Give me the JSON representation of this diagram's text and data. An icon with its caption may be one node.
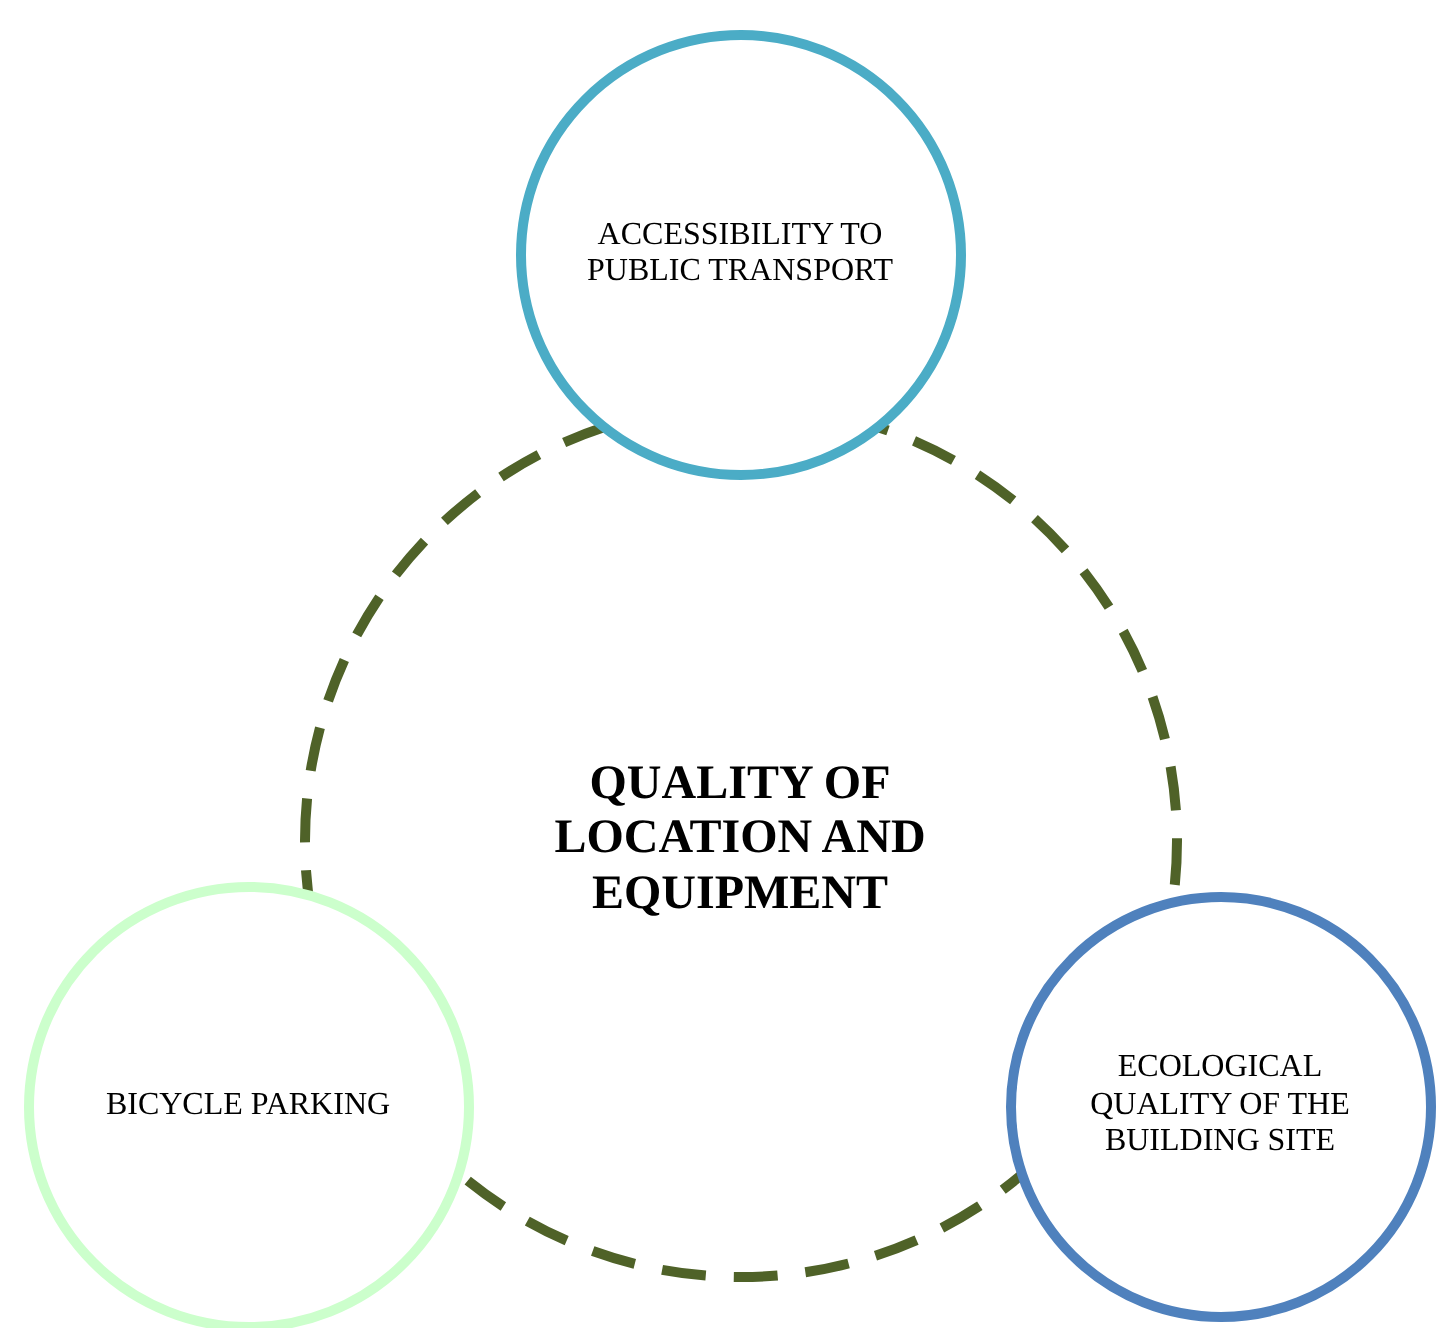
{
  "diagram": {
    "nodes": [
      {
        "text": [
          "QUALITY OF LOCATION AND EQUIPMENT"
        ]
      },
      {
        "text": [
          "ACCESSIBILITY TO PUBLIC TRANSPORT"
        ]
      },
      {
        "text": [
          "BICYCLE PARKING"
        ]
      },
      {
        "text": [
          "ECOLOGICAL QUALITY OF THE BUILDING SITE"
        ]
      }
    ]
  }
}
